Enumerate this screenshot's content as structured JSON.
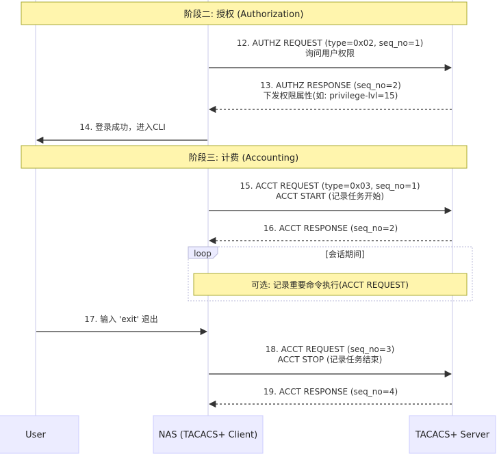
{
  "participants": [
    {
      "id": "user",
      "label": "User"
    },
    {
      "id": "nas",
      "label": "NAS (TACACS+ Client)"
    },
    {
      "id": "server",
      "label": "TACACS+ Server"
    }
  ],
  "notes": [
    {
      "id": "phase2",
      "text": "阶段二: 授权 (Authorization)"
    },
    {
      "id": "phase3",
      "text": "阶段三: 计费 (Accounting)"
    },
    {
      "id": "optional",
      "text": "可选: 记录重要命令执行(ACCT REQUEST)"
    }
  ],
  "loop": {
    "keyword": "loop",
    "title": "[会话期间]"
  },
  "messages": [
    {
      "id": "m12",
      "style": "solid",
      "lines": [
        "12. AUTHZ REQUEST (type=0x02, seq_no=1)",
        "询问用户权限"
      ]
    },
    {
      "id": "m13",
      "style": "dashed",
      "lines": [
        "13. AUTHZ RESPONSE (seq_no=2)",
        "下发权限属性(如: privilege-lvl=15)"
      ]
    },
    {
      "id": "m14",
      "style": "solid",
      "lines": [
        "14. 登录成功，进入CLI"
      ]
    },
    {
      "id": "m15",
      "style": "solid",
      "lines": [
        "15. ACCT REQUEST (type=0x03, seq_no=1)",
        "ACCT START (记录任务开始)"
      ]
    },
    {
      "id": "m16",
      "style": "dashed",
      "lines": [
        "16. ACCT RESPONSE (seq_no=2)"
      ]
    },
    {
      "id": "m17",
      "style": "solid",
      "lines": [
        "17. 输入 'exit' 退出"
      ]
    },
    {
      "id": "m18",
      "style": "solid",
      "lines": [
        "18. ACCT REQUEST (seq_no=3)",
        "ACCT STOP (记录任务结束)"
      ]
    },
    {
      "id": "m19",
      "style": "dashed",
      "lines": [
        "19. ACCT RESPONSE (seq_no=4)"
      ]
    }
  ],
  "colors": {
    "participant_fill": "#ECECFF",
    "participant_stroke": "#CCCCFF",
    "note_fill": "#FFF5AD",
    "note_stroke": "#AAAA33",
    "line": "#333333",
    "lifeline": "#C8C8E8",
    "loop_stroke": "#B8B8D8"
  }
}
